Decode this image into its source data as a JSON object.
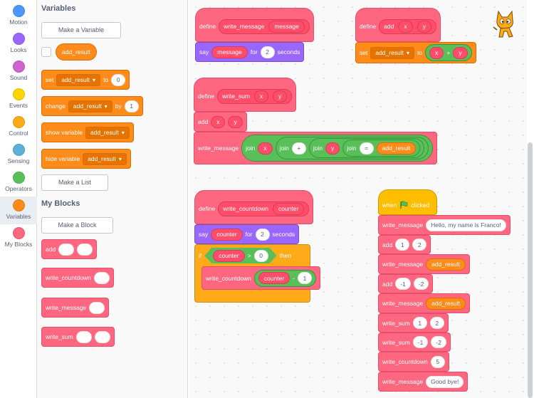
{
  "categories": [
    {
      "label": "Motion",
      "color": "#4c97ff",
      "icon": "motion-icon"
    },
    {
      "label": "Looks",
      "color": "#9966ff",
      "icon": "looks-icon"
    },
    {
      "label": "Sound",
      "color": "#cf63cf",
      "icon": "sound-icon"
    },
    {
      "label": "Events",
      "color": "#ffd500",
      "icon": "events-icon"
    },
    {
      "label": "Control",
      "color": "#ffab19",
      "icon": "control-icon"
    },
    {
      "label": "Sensing",
      "color": "#5cb1d6",
      "icon": "sensing-icon"
    },
    {
      "label": "Operators",
      "color": "#59c059",
      "icon": "operators-icon"
    },
    {
      "label": "Variables",
      "color": "#ff8c1a",
      "icon": "variables-icon"
    },
    {
      "label": "My Blocks",
      "color": "#ff6680",
      "icon": "my-blocks-icon"
    }
  ],
  "palette": {
    "variables_heading": "Variables",
    "make_variable": "Make a Variable",
    "variable_name": "add_result",
    "set_label": "set",
    "to_label": "to",
    "set_value": "0",
    "change_label": "change",
    "by_label": "by",
    "change_value": "1",
    "show_variable": "show variable",
    "hide_variable": "hide variable",
    "make_list": "Make a List",
    "myblocks_heading": "My Blocks",
    "make_block": "Make a Block",
    "custom_add": "add",
    "custom_countdown": "write_countdown",
    "custom_message": "write_message",
    "custom_sum": "write_sum"
  },
  "script": {
    "define": "define",
    "say": "say",
    "for": "for",
    "seconds": "seconds",
    "add": "add",
    "set": "set",
    "to": "to",
    "if": "if",
    "then": "then",
    "when": "when",
    "clicked": "clicked",
    "join": "join",
    "plus": "+",
    "minus": "-",
    "gt": ">",
    "eq": "=",
    "p_message": "message",
    "p_x": "x",
    "p_y": "y",
    "p_counter": "counter",
    "var": "add_result",
    "write_message": "write_message",
    "write_sum": "write_sum",
    "write_countdown": "write_countdown",
    "two": "2",
    "one": "1",
    "zero": "0",
    "neg_one": "-1",
    "neg_two": "-2",
    "five": "5",
    "hello": "Hello, my name is Franco!",
    "goodbye": "Good bye!"
  }
}
